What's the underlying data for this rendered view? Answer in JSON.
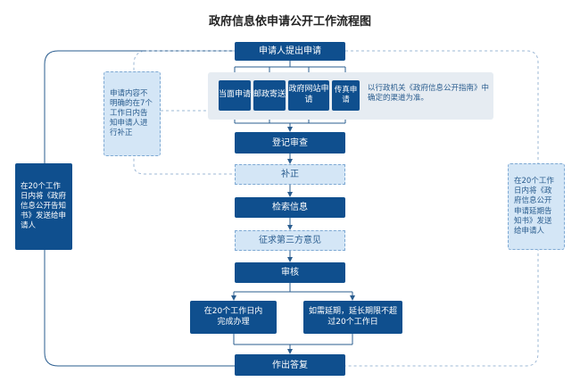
{
  "title": "政府信息依申请公开工作流程图",
  "nodes": {
    "apply": "申请人提出申请",
    "register": "登记审查",
    "correction": "补正",
    "search": "检索信息",
    "third_party": "征求第三方意见",
    "review": "审核",
    "within20": "在20个工作日内完成办理",
    "extension": "如需延期，延长期限不超过20个工作日",
    "reply": "作出答复"
  },
  "channels": [
    "当面申请",
    "邮政寄送",
    "政府网站申请",
    "传真申请"
  ],
  "channel_note": "以行政机关《政府信息公开指南》中确定的渠道为准。",
  "notes": {
    "unclear": "申请内容不明确的在7个工作日内告知申请人进行补正",
    "left": "在20个工作日内将《政府信息公开告知书》发送给申请人",
    "right": "在20个工作日内将《政府信息公开申请延期告知书》发送给申请人"
  }
}
